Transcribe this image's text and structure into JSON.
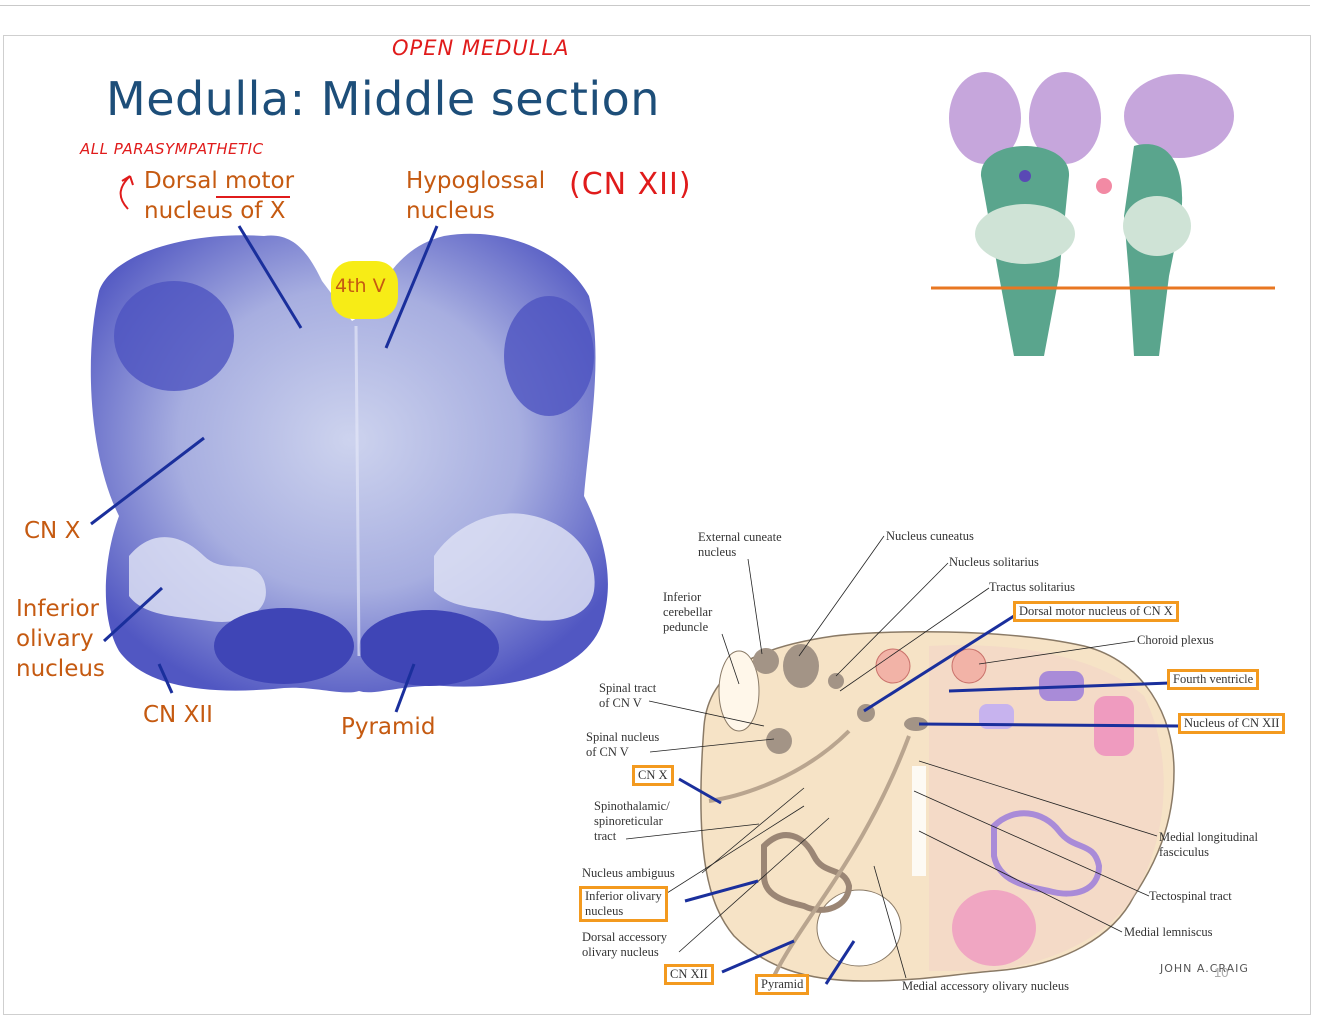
{
  "slide": {
    "title": "Medulla: Middle section",
    "page_number": "10"
  },
  "annotations": {
    "open_medulla": "OPEN MEDULLA",
    "all_parasympathetic": "ALL PARASYMPATHETIC",
    "cn_xii_note": "(CN XII)"
  },
  "histology": {
    "labels": {
      "dorsal_motor_line1": "Dorsal motor",
      "dorsal_motor_line2": "nucleus of X",
      "hypoglossal_line1": "Hypoglossal",
      "hypoglossal_line2": "nucleus",
      "fourth_v": "4th V",
      "cn_x": "CN X",
      "inferior_olivary_line1": "Inferior",
      "inferior_olivary_line2": "olivary",
      "inferior_olivary_line3": "nucleus",
      "cn_xii": "CN XII",
      "pyramid": "Pyramid"
    },
    "colors": {
      "stain_dark": "#4a4fc0",
      "stain_light": "#c4cae9",
      "label": "#c55a11",
      "pointer": "#1a2f9c",
      "highlight": "#f7ec16"
    }
  },
  "diagram": {
    "labels": {
      "external_cuneate_line1": "External cuneate",
      "external_cuneate_line2": "nucleus",
      "nucleus_cuneatus": "Nucleus cuneatus",
      "nucleus_solitarius": "Nucleus solitarius",
      "tractus_solitarius": "Tractus solitarius",
      "dorsal_motor_cn_x": "Dorsal motor nucleus of CN X",
      "choroid_plexus": "Choroid plexus",
      "inferior_cerebellar_line1": "Inferior",
      "inferior_cerebellar_line2": "cerebellar",
      "inferior_cerebellar_line3": "peduncle",
      "fourth_ventricle": "Fourth ventricle",
      "spinal_tract_line1": "Spinal tract",
      "spinal_tract_line2": "of CN V",
      "nucleus_cn_xii": "Nucleus of CN XII",
      "spinal_nucleus_line1": "Spinal nucleus",
      "spinal_nucleus_line2": "of CN V",
      "cn_x": "CN X",
      "spinothalamic_line1": "Spinothalamic/",
      "spinothalamic_line2": "spinoreticular",
      "spinothalamic_line3": "tract",
      "medial_longitudinal_line1": "Medial longitudinal",
      "medial_longitudinal_line2": "fasciculus",
      "nucleus_ambiguus": "Nucleus ambiguus",
      "inferior_olivary_line1": "Inferior olivary",
      "inferior_olivary_line2": "nucleus",
      "tectospinal": "Tectospinal tract",
      "dorsal_accessory_line1": "Dorsal accessory",
      "dorsal_accessory_line2": "olivary nucleus",
      "medial_lemniscus": "Medial lemniscus",
      "cn_xii": "CN XII",
      "pyramid": "Pyramid",
      "medial_accessory": "Medial accessory olivary nucleus",
      "credit": "JOHN A.CRAIG"
    },
    "colors": {
      "tissue": "#f6e3c6",
      "nucleus": "#a39486",
      "pink": "#ef9bbf",
      "purple": "#a98bd8",
      "box": "#f39a1f",
      "pointer": "#1a2f9c"
    }
  },
  "inset": {
    "colors": {
      "hemisphere": "#c6a6dc",
      "brainstem": "#5aa58d",
      "section_line": "#e87722"
    }
  }
}
